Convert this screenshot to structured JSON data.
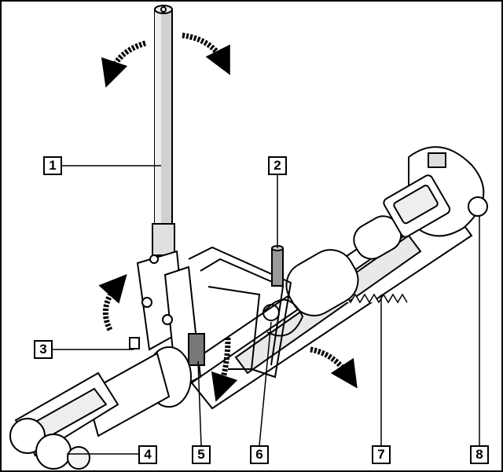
{
  "callouts": [
    {
      "id": "1",
      "label": "1"
    },
    {
      "id": "2",
      "label": "2"
    },
    {
      "id": "3",
      "label": "3"
    },
    {
      "id": "4",
      "label": "4"
    },
    {
      "id": "5",
      "label": "5"
    },
    {
      "id": "6",
      "label": "6"
    },
    {
      "id": "7",
      "label": "7"
    },
    {
      "id": "8",
      "label": "8"
    }
  ],
  "colors": {
    "line": "#000000",
    "fill": "#ffffff",
    "shade": "#cfcfcf",
    "dark": "#555555"
  }
}
